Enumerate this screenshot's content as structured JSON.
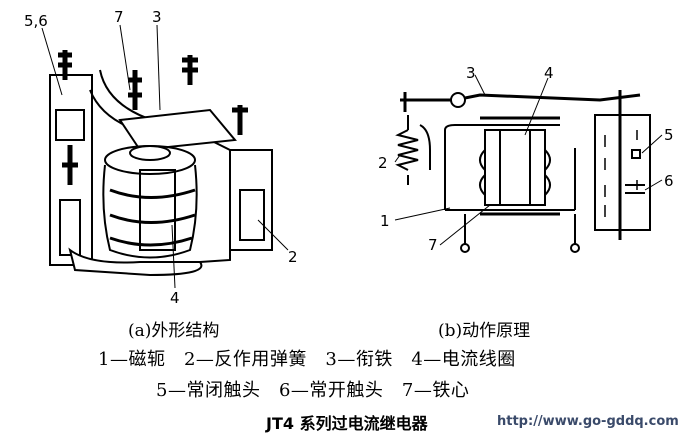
{
  "figure_a": {
    "caption": "(a)外形结构",
    "labels": {
      "l56": "5,6",
      "l7": "7",
      "l3": "3",
      "l4": "4",
      "l2": "2"
    }
  },
  "figure_b": {
    "caption": "(b)动作原理",
    "labels": {
      "l3": "3",
      "l4": "4",
      "l5": "5",
      "l2": "2",
      "l6": "6",
      "l1": "1",
      "l7": "7"
    }
  },
  "legend": {
    "line1": "1—磁轭　2—反作用弹簧　3—衔铁　4—电流线圈",
    "line2": "5—常闭触头　6—常开触头　7—铁心"
  },
  "title": "JT4 系列过电流继电器",
  "watermark": "http://www.go-gddq.com"
}
